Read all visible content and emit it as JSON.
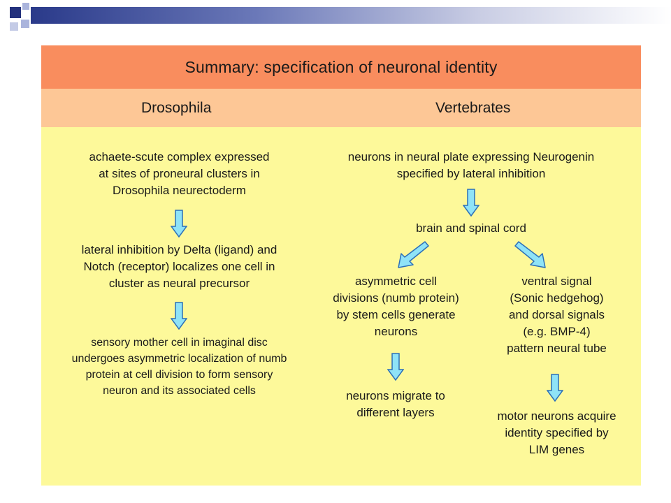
{
  "title": "Summary: specification of neuronal identity",
  "columns": {
    "left": "Drosophila",
    "right": "Vertebrates"
  },
  "drosophila": {
    "step1": [
      "achaete-scute complex expressed",
      "at sites of proneural clusters in",
      "Drosophila neurectoderm"
    ],
    "step2": [
      "lateral inhibition by Delta (ligand) and",
      "Notch (receptor) localizes one cell in",
      "cluster as neural precursor"
    ],
    "step3": [
      "sensory mother cell in imaginal disc",
      "undergoes asymmetric localization of numb",
      "protein at cell division to form sensory",
      "neuron and its associated cells"
    ]
  },
  "vertebrates": {
    "step1": [
      "neurons in neural plate expressing Neurogenin",
      "specified by lateral inhibition"
    ],
    "step2": "brain and spinal cord",
    "left_branch1": [
      "asymmetric cell",
      "divisions (numb protein)",
      "by stem cells generate",
      "neurons"
    ],
    "left_branch2": [
      "neurons migrate to",
      "different layers"
    ],
    "right_branch1": [
      "ventral signal",
      "(Sonic hedgehog)",
      "and dorsal signals",
      "(e.g. BMP-4)",
      "pattern neural tube"
    ],
    "right_branch2": [
      "motor neurons acquire",
      "identity specified by",
      "LIM genes"
    ]
  },
  "colors": {
    "title_band": "#f98d5e",
    "header_band": "#fdc796",
    "panel": "#fdf99a",
    "arrow_fill": "#8fe3f7",
    "arrow_stroke": "#2c6fb8"
  }
}
